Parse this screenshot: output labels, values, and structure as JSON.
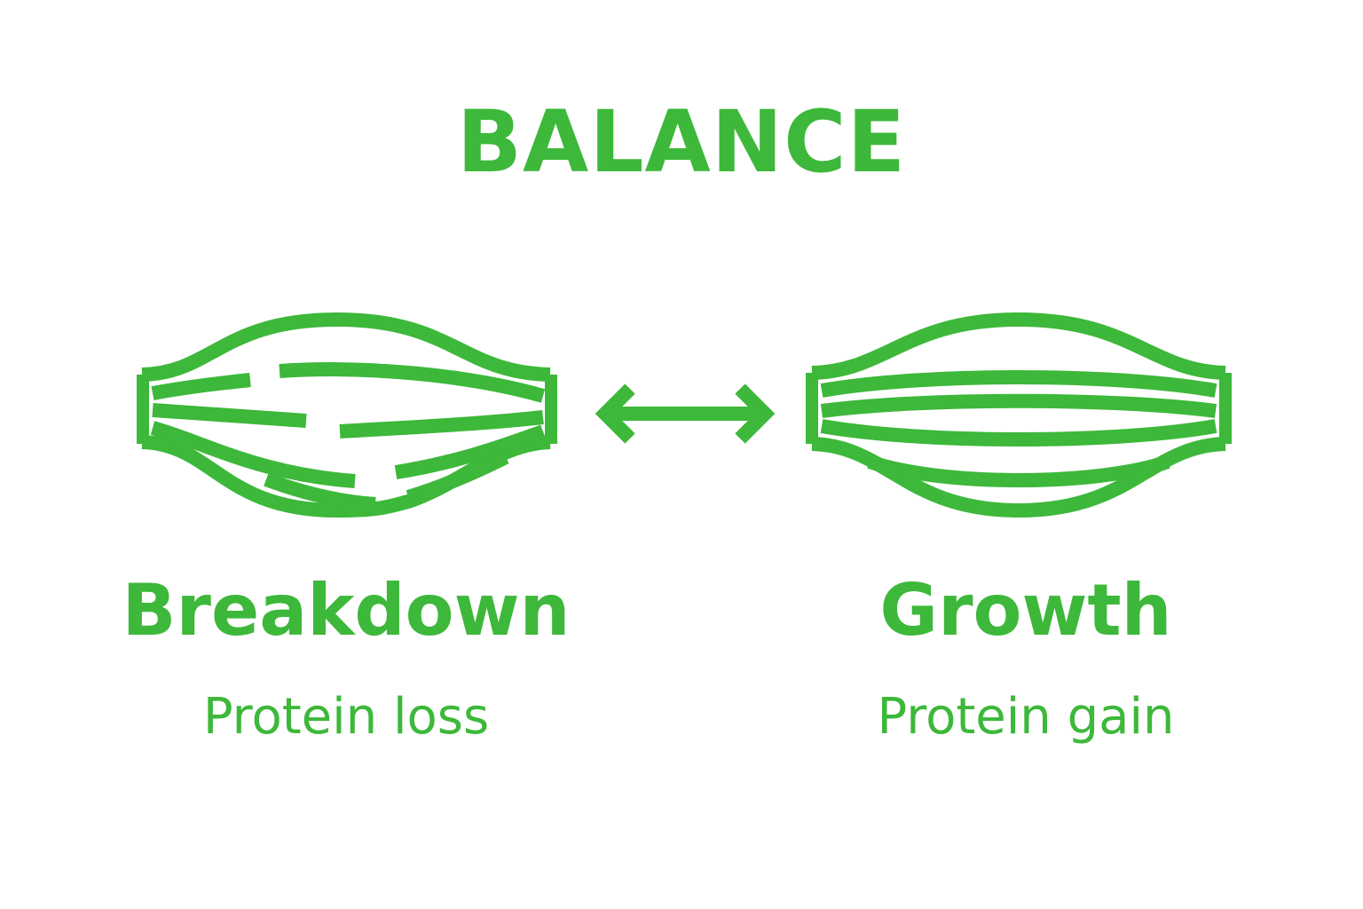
{
  "title": "BALANCE",
  "left": {
    "label": "Breakdown",
    "sublabel": "Protein loss",
    "icon": "broken-muscle-icon"
  },
  "right": {
    "label": "Growth",
    "sublabel": "Protein gain",
    "icon": "intact-muscle-icon"
  },
  "connector_icon": "double-arrow-icon",
  "colors": {
    "accent": "#3db83a",
    "background": "#ffffff"
  }
}
